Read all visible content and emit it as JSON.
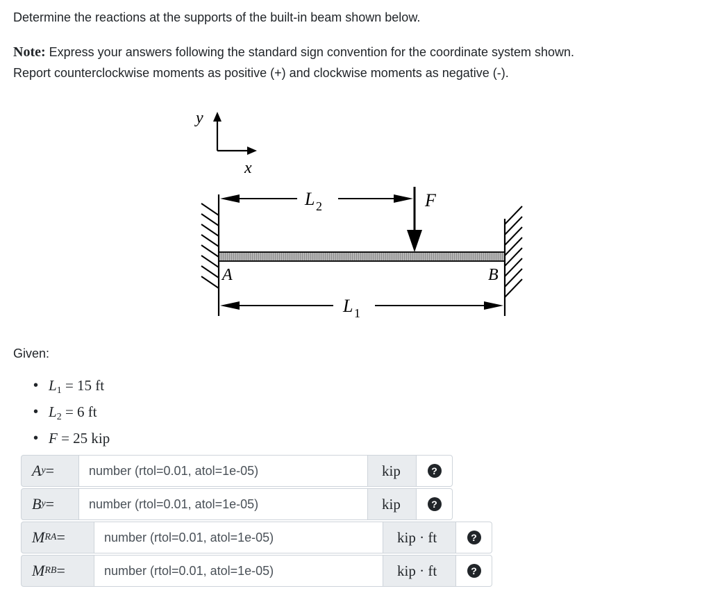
{
  "intro": "Determine the reactions at the supports of the built-in beam shown below.",
  "note": {
    "label": "Note:",
    "line1": "Express your answers following the standard sign convention for the coordinate system shown.",
    "line2": "Report counterclockwise moments as positive (+) and clockwise moments as negative (-)."
  },
  "figure": {
    "axis_y": "y",
    "axis_x": "x",
    "dim_L2": "L",
    "dim_L2_sub": "2",
    "dim_L1": "L",
    "dim_L1_sub": "1",
    "force": "F",
    "support_A": "A",
    "support_B": "B"
  },
  "given": {
    "heading": "Given:",
    "items": [
      {
        "var": "L",
        "sub": "1",
        "eq": " = 15 ft"
      },
      {
        "var": "L",
        "sub": "2",
        "eq": " = 6 ft"
      },
      {
        "var": "F",
        "sub": "",
        "eq": " = 25 kip"
      }
    ]
  },
  "answers": [
    {
      "var": "A",
      "sub": "y",
      "eq": " =",
      "placeholder": "number (rtol=0.01, atol=1e-05)",
      "unit": "kip",
      "help": "?"
    },
    {
      "var": "B",
      "sub": "y",
      "eq": " =",
      "placeholder": "number (rtol=0.01, atol=1e-05)",
      "unit": "kip",
      "help": "?"
    },
    {
      "var": "M",
      "sub": "RA",
      "eq": " =",
      "placeholder": "number (rtol=0.01, atol=1e-05)",
      "unit": "kip · ft",
      "help": "?"
    },
    {
      "var": "M",
      "sub": "RB",
      "eq": " =",
      "placeholder": "number (rtol=0.01, atol=1e-05)",
      "unit": "kip · ft",
      "help": "?"
    }
  ]
}
